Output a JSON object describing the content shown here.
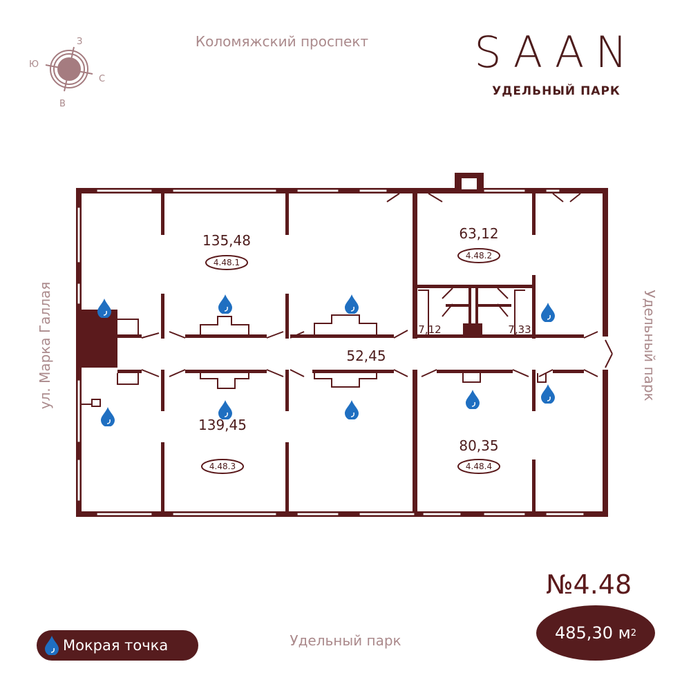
{
  "brand": {
    "logo": "SAAN",
    "subtitle": "УДЕЛЬНЫЙ ПАРК"
  },
  "compass": {
    "north": "З",
    "east": "С",
    "south": "В",
    "west": "Ю"
  },
  "streets": {
    "top": "Коломяжский проспект",
    "left": "ул. Марка Галлая",
    "right": "Удельный парк",
    "bottom": "Удельный парк"
  },
  "rooms": [
    {
      "area": "135,48",
      "id": "4.48.1"
    },
    {
      "area": "63,12",
      "id": "4.48.2"
    },
    {
      "area": "139,45",
      "id": "4.48.3"
    },
    {
      "area": "80,35",
      "id": "4.48.4"
    }
  ],
  "corridor_area": "52,45",
  "wc_areas": [
    "7,12",
    "7,33"
  ],
  "unit": {
    "number": "№4.48",
    "total_area": "485,30 м",
    "unit_sup": "2"
  },
  "legend": {
    "wet_point": "Мокрая точка"
  },
  "colors": {
    "wall": "#5b1a1c",
    "drop": "#1f6fc1",
    "street": "#ab8a8c"
  }
}
